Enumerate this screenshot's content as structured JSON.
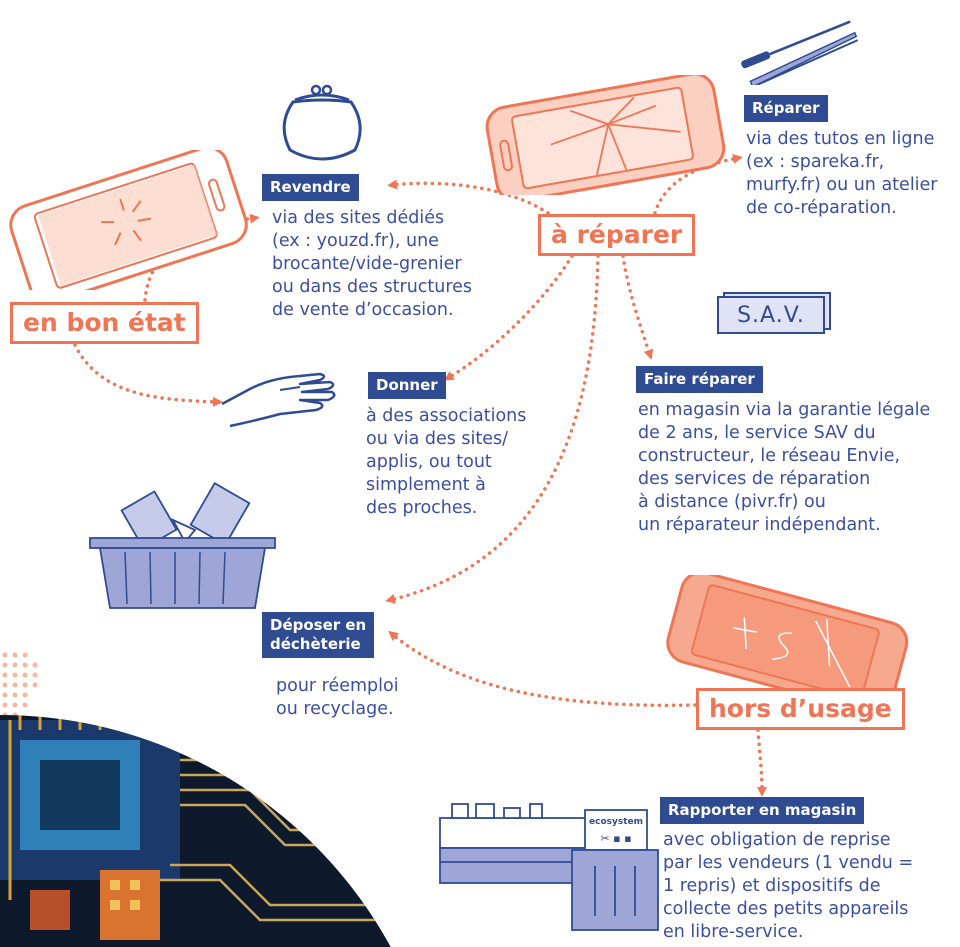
{
  "states": {
    "good": "en bon état",
    "repair": "à réparer",
    "broken": "hors d’usage"
  },
  "actions": {
    "revendre": {
      "title": "Revendre",
      "lines": [
        "via des sites dédiés",
        "(ex : youzd.fr), une",
        "brocante/vide-grenier",
        "ou dans des structures",
        "de vente d’occasion."
      ]
    },
    "donner": {
      "title": "Donner",
      "lines": [
        "à des associations",
        "ou via des sites/",
        "applis, ou tout",
        "simplement à",
        "des proches."
      ]
    },
    "reparer": {
      "title": "Réparer",
      "lines": [
        "via des tutos en ligne",
        "(ex : spareka.fr,",
        "murfy.fr) ou un atelier",
        "de co-réparation."
      ]
    },
    "faire_reparer": {
      "title": "Faire réparer",
      "lines": [
        "en magasin via la garantie légale",
        "de 2 ans, le service SAV du",
        "constructeur, le réseau Envie,",
        "des services de réparation",
        "à distance (pivr.fr) ou",
        "un réparateur indépendant."
      ]
    },
    "decheterie": {
      "title_lines": [
        "Déposer en",
        "déchèterie"
      ],
      "lines": [
        "pour réemploi",
        "ou recyclage."
      ]
    },
    "rapporter": {
      "title": "Rapporter en magasin",
      "lines": [
        "avec obligation de reprise",
        "par les vendeurs (1 vendu =",
        "1 repris) et dispositifs de",
        "collecte des petits appareils",
        "en libre-service."
      ]
    }
  },
  "illustration_text": {
    "sav_sign": "S.A.V.",
    "ecosystem_label": "ecosystem"
  },
  "colors": {
    "accent": "#ef7555",
    "navy": "#2f4c93",
    "text_blue": "#3b4fa0",
    "lavender": "#9ea6d8",
    "phone_fill": "#fbd0c0"
  }
}
